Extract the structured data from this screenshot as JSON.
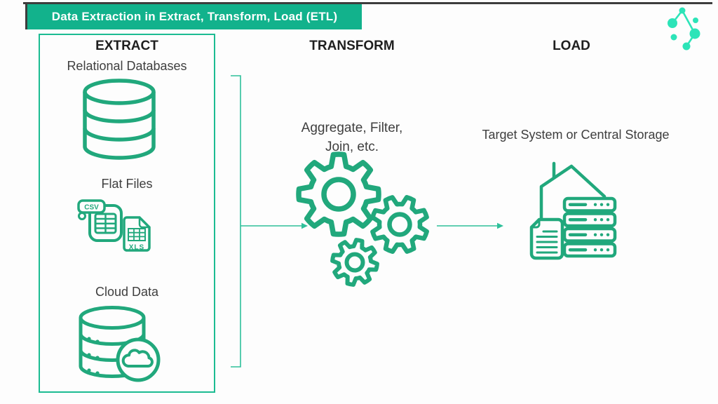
{
  "banner": {
    "title": "Data Extraction in Extract, Transform, Load (ETL)"
  },
  "logo": "connected-dots-logo",
  "extract": {
    "header": "EXTRACT",
    "items": [
      {
        "label": "Relational Databases",
        "icon": "database-icon"
      },
      {
        "label": "Flat Files",
        "icon": "flat-files-icon",
        "badge_csv": "CSV",
        "badge_xls": "XLS"
      },
      {
        "label": "Cloud Data",
        "icon": "cloud-database-icon"
      }
    ]
  },
  "transform": {
    "header": "TRANSFORM",
    "caption_line1": "Aggregate, Filter,",
    "caption_line2": "Join, etc.",
    "icon": "gears-icon"
  },
  "load": {
    "header": "LOAD",
    "caption": "Target System or Central Storage",
    "icon": "house-server-document-icon"
  },
  "colors": {
    "banner_green": "#12b28c",
    "icon_green": "#21a87c",
    "box_border_green": "#1cbc92",
    "arrow_green": "#2ec09a",
    "logo_teal": "#2ce4b8",
    "dark_line": "#3d3d3d",
    "heading_text": "#1f1f1f",
    "body_text": "#3f3f3f",
    "banner_text": "#ffffff"
  }
}
